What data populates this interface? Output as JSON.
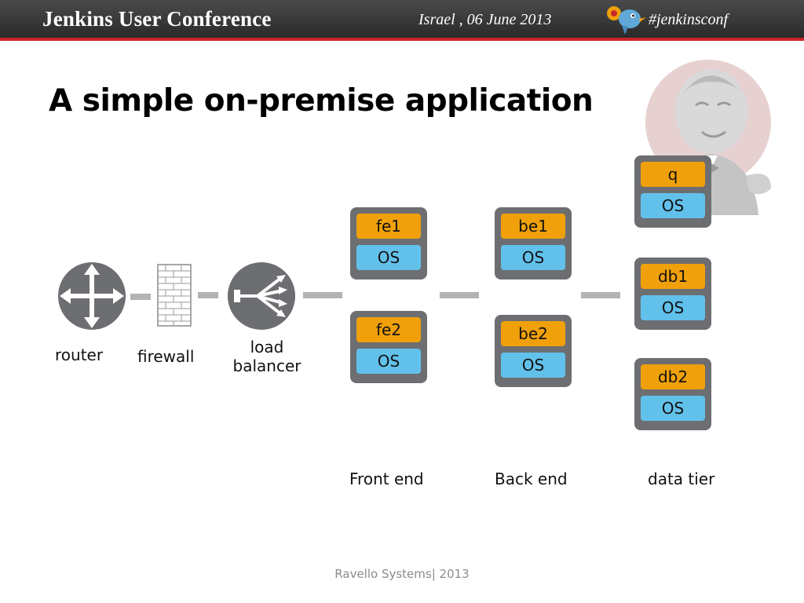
{
  "header": {
    "conference_title": "Jenkins User Conference",
    "date": "Israel ,  06 June  2013",
    "hashtag": "#jenkinsconf"
  },
  "slide_title": "A simple on-premise application",
  "labels": {
    "router": "router",
    "firewall": "firewall",
    "load_balancer_line1": "load",
    "load_balancer_line2": "balancer",
    "front_end": "Front end",
    "back_end": "Back end",
    "data_tier": "data tier"
  },
  "servers": [
    {
      "id": "fe1",
      "app": "fe1",
      "os": "OS"
    },
    {
      "id": "fe2",
      "app": "fe2",
      "os": "OS"
    },
    {
      "id": "be1",
      "app": "be1",
      "os": "OS"
    },
    {
      "id": "be2",
      "app": "be2",
      "os": "OS"
    },
    {
      "id": "q",
      "app": "q",
      "os": "OS"
    },
    {
      "id": "db1",
      "app": "db1",
      "os": "OS"
    },
    {
      "id": "db2",
      "app": "db2",
      "os": "OS"
    }
  ],
  "footer": "Ravello Systems|  2013",
  "colors": {
    "header_bg": "#3a3a3a",
    "header_accent": "#c8262b",
    "app_layer": "#f0a00b",
    "os_layer": "#62c1eb",
    "server_frame": "#6d6e71",
    "icon_gray": "#6d6e71",
    "connector": "#b3b3b3"
  },
  "icons": [
    "router-icon",
    "firewall-icon",
    "load-balancer-icon",
    "jenkins-mascot-icon",
    "bird-logo-icon"
  ]
}
